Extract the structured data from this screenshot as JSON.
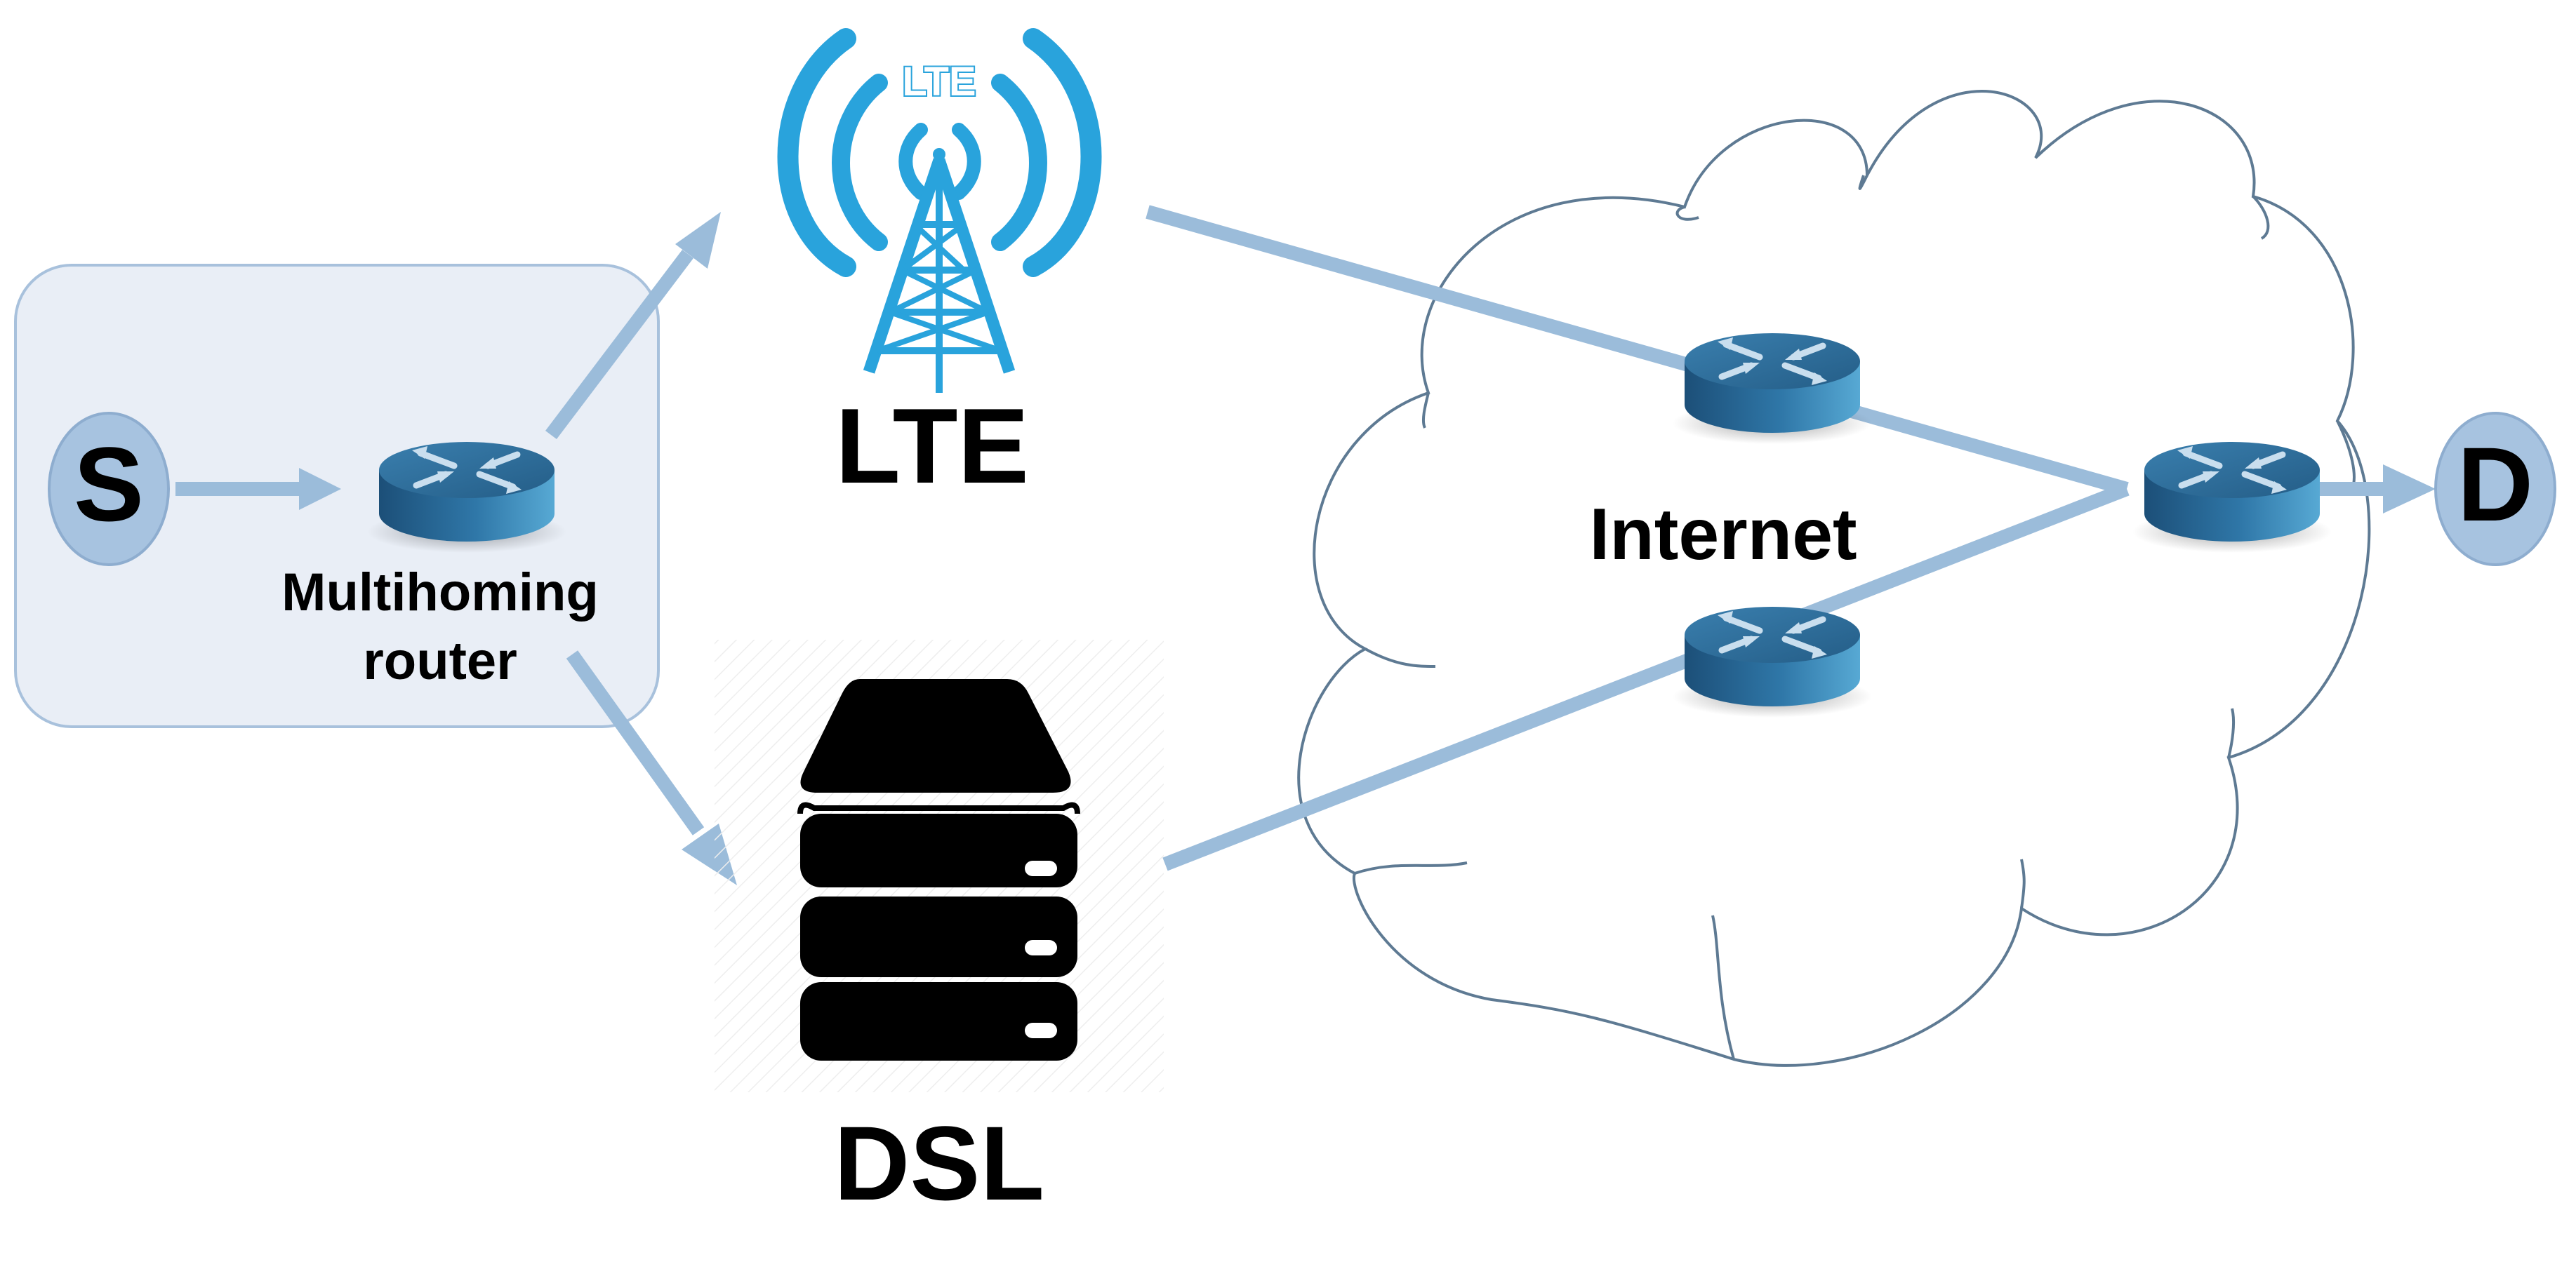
{
  "labels": {
    "source": "S",
    "destination": "D",
    "multihoming_line1": "Multihoming",
    "multihoming_line2": "router",
    "lte": "LTE",
    "lte_badge": "LTE",
    "dsl": "DSL",
    "internet": "Internet"
  },
  "colors": {
    "link": "#9bbcda",
    "box_fill": "#e9eef6",
    "box_stroke": "#a8c1dc",
    "node_fill": "#a7c3e0",
    "node_stroke": "#8eadcf",
    "router_top": "#2e6a93",
    "router_side_dark": "#1c4f78",
    "router_side_light": "#4c9ac6",
    "cloud_stroke": "#5e7a93",
    "lte_blue": "#29a3dc",
    "server": "#000000",
    "text": "#000000"
  },
  "icons": {
    "router": "router-icon",
    "tower": "cell-tower-icon",
    "server": "server-stack-icon",
    "cloud": "cloud-icon"
  }
}
